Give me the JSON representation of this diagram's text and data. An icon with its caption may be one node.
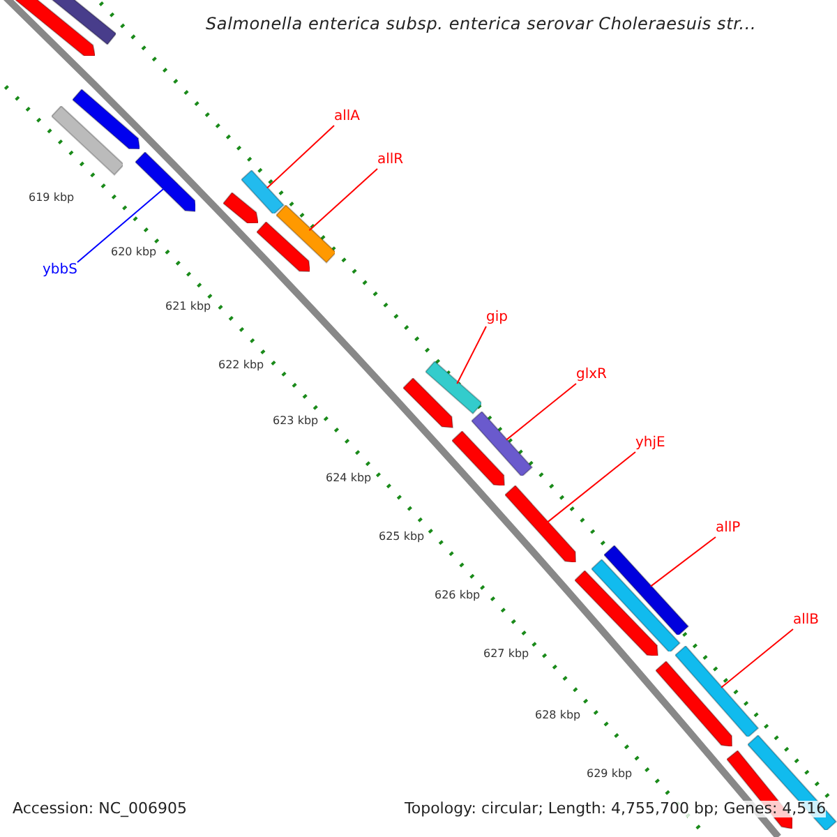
{
  "diagram": {
    "title": "Salmonella enterica subsp. enterica serovar Choleraesuis str...",
    "nodes": [
      {
        "text": [],
        "shape": "arrow"
      },
      {
        "text": [],
        "shape": "bar"
      },
      {
        "text": [],
        "shape": "bar"
      },
      {
        "text": [],
        "shape": "arrow"
      },
      {
        "text": [],
        "shape": "arrow"
      },
      {
        "text": [],
        "shape": "bar"
      },
      {
        "text": [],
        "shape": "arrow"
      },
      {
        "text": [],
        "shape": "bar"
      },
      {
        "text": [],
        "shape": "arrow"
      },
      {
        "text": [],
        "shape": "bar"
      },
      {
        "text": [],
        "shape": "arrow"
      },
      {
        "text": [],
        "shape": "bar"
      },
      {
        "text": [],
        "shape": "arrow"
      },
      {
        "text": [],
        "shape": "arrow"
      },
      {
        "text": [],
        "shape": "bar"
      },
      {
        "text": [],
        "shape": "bar"
      },
      {
        "text": [],
        "shape": "arrow"
      },
      {
        "text": [],
        "shape": "bar"
      },
      {
        "text": [],
        "shape": "arrow"
      },
      {
        "text": [],
        "shape": "bar"
      },
      {
        "text": [],
        "shape": "arrow"
      },
      {
        "text": [
          "ybbS"
        ]
      },
      {
        "text": [
          "allA"
        ]
      },
      {
        "text": [
          "allR"
        ]
      },
      {
        "text": [
          "gip"
        ]
      },
      {
        "text": [
          "glxR"
        ]
      },
      {
        "text": [
          "yhjE"
        ]
      },
      {
        "text": [
          "allP"
        ]
      },
      {
        "text": [
          "allB"
        ]
      }
    ],
    "edges": [
      {
        "from": 21,
        "to": 4,
        "arrow": "none",
        "color": "#0000ff"
      },
      {
        "from": 22,
        "to": 5,
        "arrow": "none"
      },
      {
        "from": 23,
        "to": 7,
        "arrow": "none"
      },
      {
        "from": 24,
        "to": 9,
        "arrow": "none"
      },
      {
        "from": 25,
        "to": 11,
        "arrow": "none"
      },
      {
        "from": 26,
        "to": 13,
        "arrow": "none"
      },
      {
        "from": 27,
        "to": 14,
        "arrow": "none"
      },
      {
        "from": 28,
        "to": 17,
        "arrow": "none"
      }
    ],
    "labels": [
      "619 kbp",
      "620 kbp",
      "621 kbp",
      "622 kbp",
      "623 kbp",
      "624 kbp",
      "625 kbp",
      "626 kbp",
      "627 kbp",
      "628 kbp",
      "629 kbp",
      "Accession: NC_006905",
      "Topology: circular; Length: 4,755,700 bp; Genes: 4,516"
    ]
  }
}
